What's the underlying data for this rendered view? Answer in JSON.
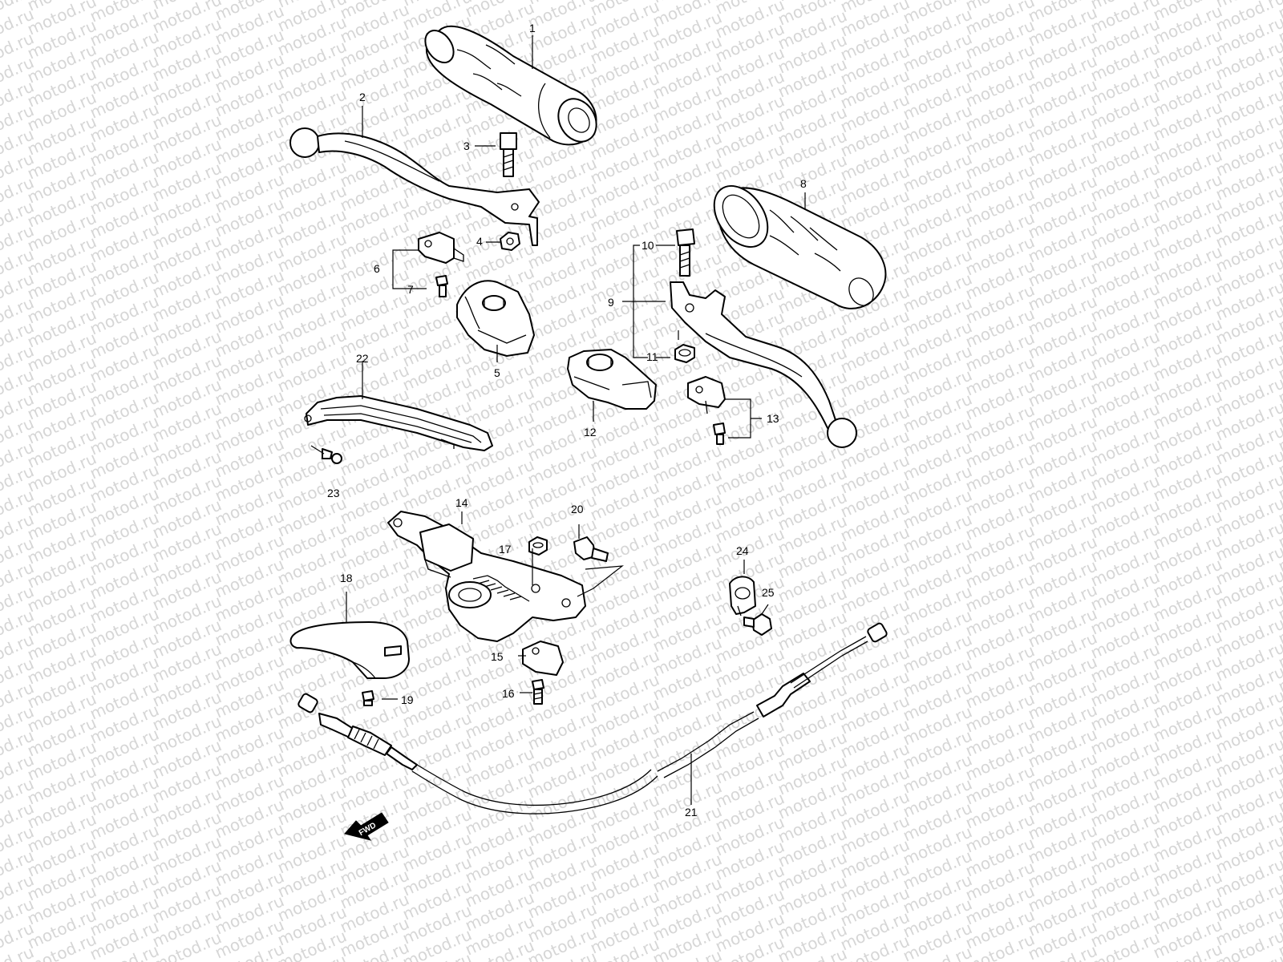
{
  "watermark": {
    "text": "motod.ru",
    "color": "#d6d6d6"
  },
  "callouts": {
    "n1": "1",
    "n2": "2",
    "n3": "3",
    "n4": "4",
    "n5": "5",
    "n6": "6",
    "n7": "7",
    "n8": "8",
    "n9": "9",
    "n10": "10",
    "n11": "11",
    "n12": "12",
    "n13": "13",
    "n14": "14",
    "n15": "15",
    "n16": "16",
    "n17": "17",
    "n18": "18",
    "n19": "19",
    "n20": "20",
    "n21": "21",
    "n22": "22",
    "n23": "23",
    "n24": "24",
    "n25": "25"
  },
  "fwd_label": "FWD",
  "colors": {
    "line": "#000000",
    "background": "#ffffff"
  }
}
